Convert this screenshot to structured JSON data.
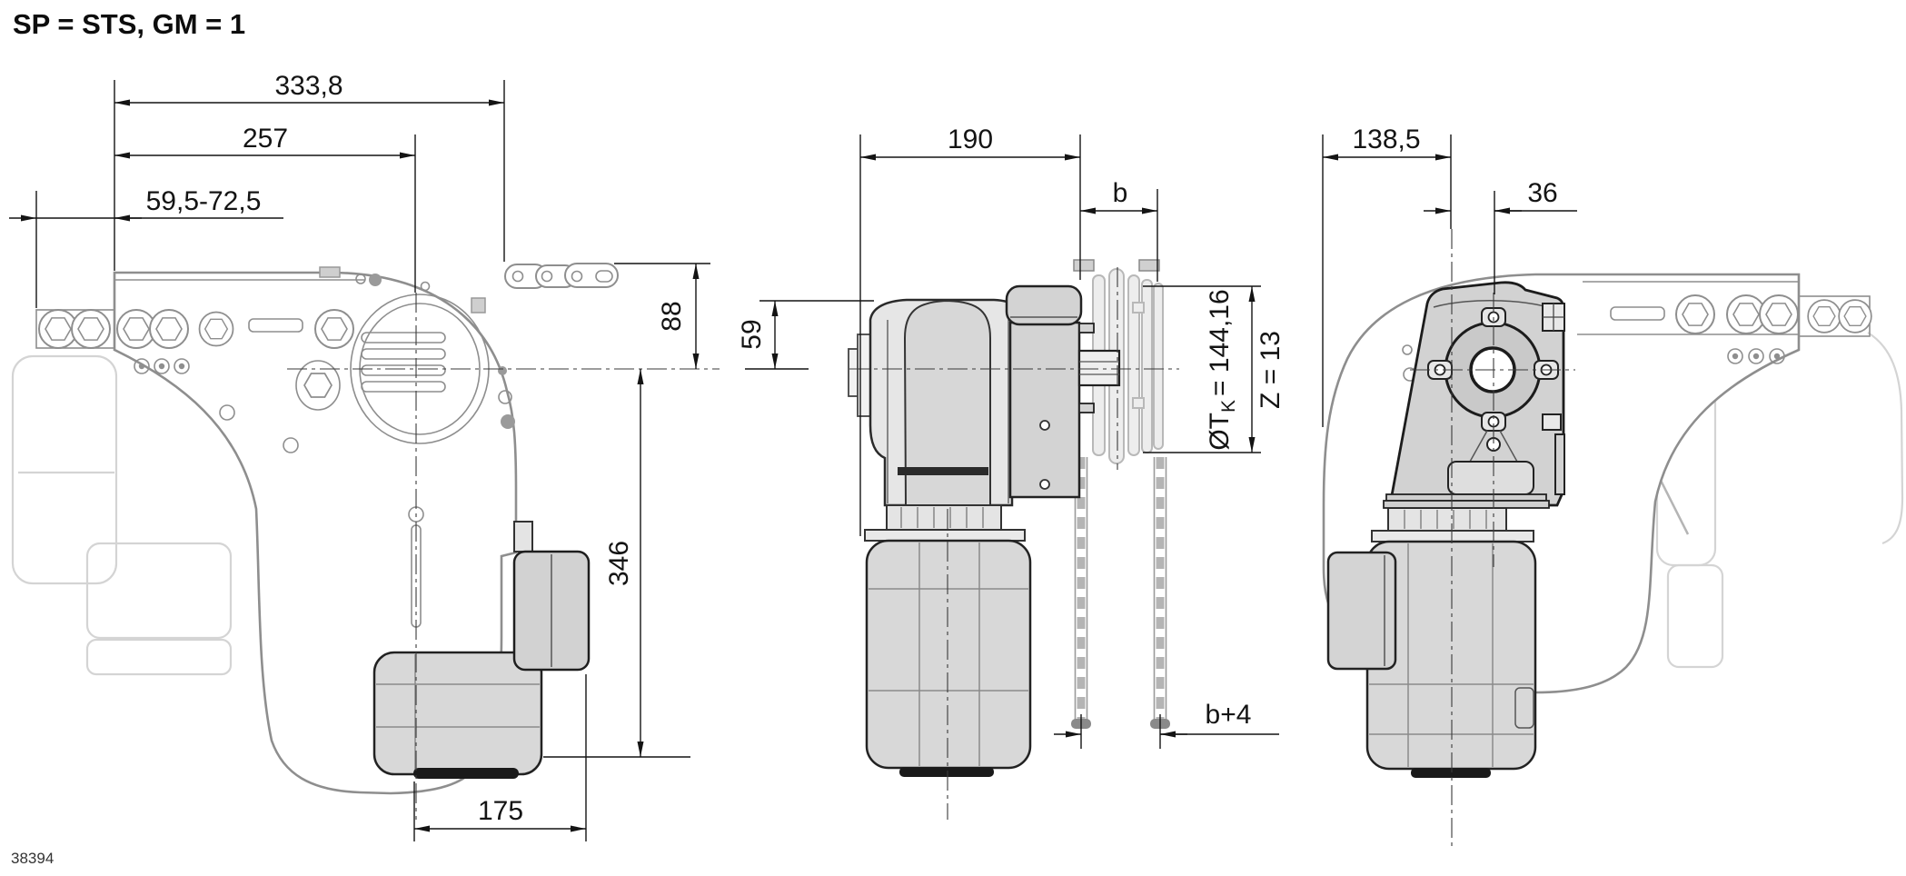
{
  "title": "SP = STS, GM = 1",
  "drawing_number": "38394",
  "dimensions": {
    "front_overall_width": "333,8",
    "front_width_to_center": "257",
    "front_adjust_range": "59,5-72,5",
    "front_top_height": "88",
    "front_height_below_center": "346",
    "front_motor_width": "175",
    "side_depth": "190",
    "side_chain_width": "b",
    "side_top_offset": "59",
    "side_pitch_prefix": "ØT",
    "side_pitch_sub": "K",
    "side_pitch_value": "= 144,16",
    "side_teeth": "Z = 13",
    "side_chain_clearance": "b+4",
    "back_width": "138,5",
    "back_center_offset": "36"
  }
}
